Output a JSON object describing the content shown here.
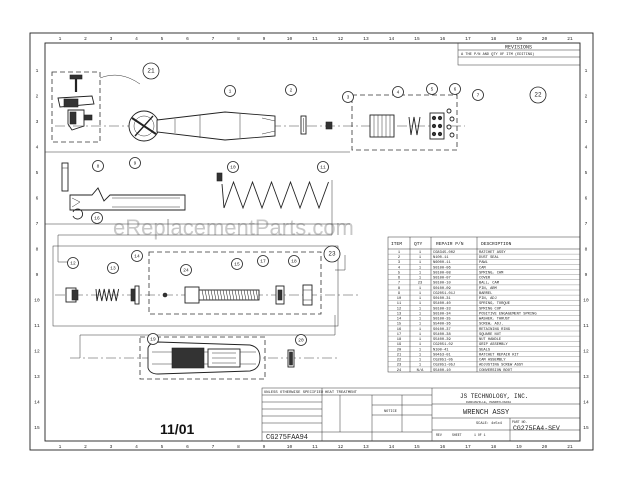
{
  "watermark": "eReplacementParts.com",
  "border": {
    "columns": [
      "1",
      "2",
      "3",
      "4",
      "5",
      "6",
      "7",
      "8",
      "9",
      "10",
      "11",
      "12",
      "13",
      "14",
      "15",
      "16",
      "17",
      "18",
      "19",
      "20",
      "21"
    ],
    "rows": [
      "1",
      "2",
      "3",
      "4",
      "5",
      "6",
      "7",
      "8",
      "9",
      "10",
      "11",
      "12",
      "13",
      "14",
      "15"
    ]
  },
  "revisions": {
    "title": "REVISIONS",
    "entry": "A   THE P/N AND QTY OF ITM  (EDITING)"
  },
  "callouts": [
    "1",
    "2",
    "3",
    "4",
    "5",
    "6",
    "7",
    "8",
    "9",
    "10",
    "11",
    "12",
    "13",
    "14",
    "15",
    "16",
    "17",
    "18",
    "19",
    "20",
    "21",
    "22",
    "23",
    "24"
  ],
  "parts_table": {
    "headers": [
      "ITEM",
      "QTY",
      "REPAIR P/N",
      "DESCRIPTION"
    ],
    "rows": [
      [
        "1",
        "1",
        "CG8345-002",
        "RATCHET ASSY"
      ],
      [
        "2",
        "1",
        "N100-11",
        "DUST SEAL"
      ],
      [
        "3",
        "1",
        "N6000-11",
        "PAWL"
      ],
      [
        "4",
        "1",
        "S0100-06",
        "CAM"
      ],
      [
        "5",
        "1",
        "S0100-08",
        "SPRING, CAM"
      ],
      [
        "6",
        "1",
        "S0100-07",
        "COVER"
      ],
      [
        "7",
        "23",
        "S0100-10",
        "BALL, CAM"
      ],
      [
        "8",
        "1",
        "S0100-09",
        "PIN, ARM"
      ],
      [
        "9",
        "1",
        "CG2051-01J",
        "BARREL"
      ],
      [
        "10",
        "1",
        "S0100-31",
        "PIN, ADJ"
      ],
      [
        "11",
        "1",
        "S5400-40",
        "SPRING, TORQUE"
      ],
      [
        "12",
        "1",
        "S0100-33",
        "SPRING CUP"
      ],
      [
        "13",
        "1",
        "S0100-34",
        "POSITIVE ENGAGEMENT SPRING"
      ],
      [
        "14",
        "1",
        "S0100-35",
        "WASHER, THRUST"
      ],
      [
        "15",
        "1",
        "S5400-36",
        "SCREW, ADJ."
      ],
      [
        "16",
        "1",
        "S0100-37",
        "RETAINING RING"
      ],
      [
        "17",
        "1",
        "S5400-38",
        "SQUARE NUT"
      ],
      [
        "18",
        "1",
        "S5400-39",
        "NUT HANDLE"
      ],
      [
        "19",
        "1",
        "CG2051-02",
        "GRIP ASSEMBLY"
      ],
      [
        "20",
        "1",
        "N100-41",
        "SEALS"
      ],
      [
        "21",
        "1",
        "S0453-01",
        "RATCHET REPAIR KIT"
      ],
      [
        "22",
        "1",
        "CG2051-05",
        "CAM ASSEMBLY"
      ],
      [
        "23",
        "1",
        "CG2051-05J",
        "ADJUSTING SCREW ASSY"
      ],
      [
        "24",
        "N/A",
        "S5400-10",
        "CONVERSION BOOT"
      ]
    ]
  },
  "title_block": {
    "unless": "UNLESS OTHERWISE SPECIFIED",
    "treatment": "HEAT TREATMENT",
    "company": "JS TECHNOLOGY, INC.",
    "company_sub": "DUNCANVILLE, PENNSYLVANIA",
    "title": "WRENCH ASSY",
    "scale": "SCALE: 4x5x4",
    "part_label": "PART NO.",
    "part_no": "CG275FA4-SEV",
    "notice": "NOTICE",
    "rev_label": "REV",
    "sheet_label": "SHEET",
    "sheet": "1 OF 1"
  },
  "drawing_no": "CG275FAA94",
  "date_stamp": "11/01"
}
